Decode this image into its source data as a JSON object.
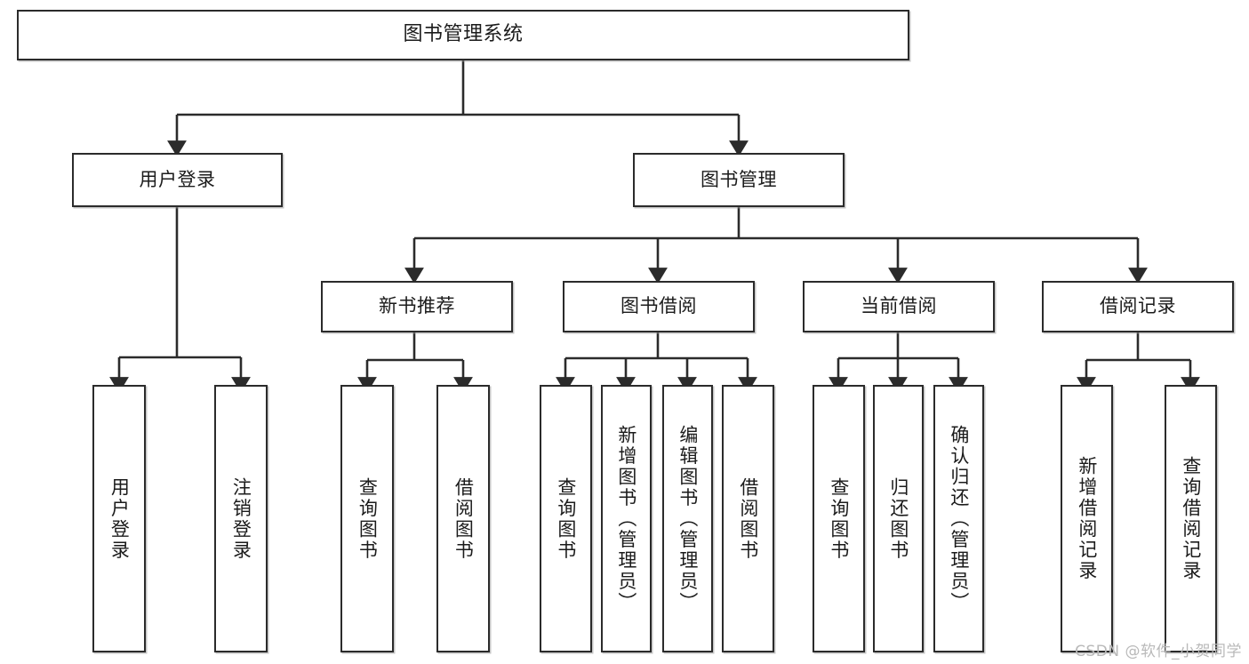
{
  "diagram": {
    "title": "图书管理系统",
    "watermark": "CSDN @软件_小贺同学",
    "colors": {
      "box_border": "#2b2b2b",
      "box_fill": "#ffffff",
      "connector": "#2b2b2b",
      "text": "#1b1b1b",
      "watermark": "#b9b9b9"
    },
    "root": {
      "label": "图书管理系统"
    },
    "level1": [
      {
        "label": "用户登录"
      },
      {
        "label": "图书管理"
      }
    ],
    "level2": [
      {
        "label": "新书推荐"
      },
      {
        "label": "图书借阅"
      },
      {
        "label": "当前借阅"
      },
      {
        "label": "借阅记录"
      }
    ],
    "leaves": {
      "user_login": [
        {
          "label": "用户登录"
        },
        {
          "label": "注销登录"
        }
      ],
      "new_book_recommend": [
        {
          "label": "查询图书"
        },
        {
          "label": "借阅图书"
        }
      ],
      "book_borrow": [
        {
          "label": "查询图书"
        },
        {
          "label": "新增图书（管理员）"
        },
        {
          "label": "编辑图书（管理员）"
        },
        {
          "label": "借阅图书"
        }
      ],
      "current_borrow": [
        {
          "label": "查询图书"
        },
        {
          "label": "归还图书"
        },
        {
          "label": "确认归还（管理员）"
        }
      ],
      "borrow_record": [
        {
          "label": "新增借阅记录"
        },
        {
          "label": "查询借阅记录"
        }
      ]
    }
  }
}
